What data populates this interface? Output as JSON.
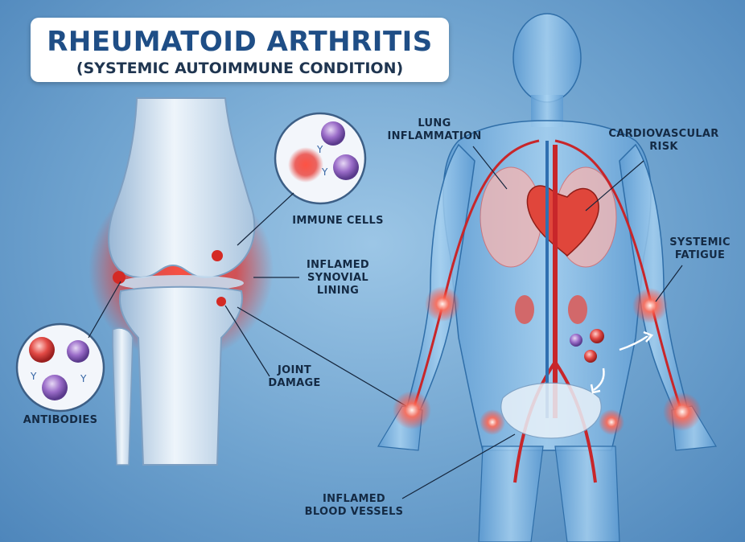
{
  "title": {
    "main": "RHEUMATOID ARTHRITIS",
    "subtitle": "(SYSTEMIC AUTOIMMUNE CONDITION)"
  },
  "labels": {
    "immune_cells": "IMMUNE CELLS",
    "inflamed_synovial_lining": "INFLAMED\nSYNOVIAL\nLINING",
    "joint_damage": "JOINT\nDAMAGE",
    "antibodies": "ANTIBODIES",
    "lung_inflammation": "LUNG\nINFLAMMATION",
    "cardiovascular_risk": "CARDIOVASCULAR\nRISK",
    "systemic_fatigue": "SYSTEMIC\nFATIGUE",
    "inflamed_blood_vessels": "INFLAMED\nBLOOD VESSELS"
  },
  "colors": {
    "background": "#6fa3cf",
    "bone": "#dbe9f5",
    "inflammation": "#e8322b",
    "artery": "#c8262a",
    "vein": "#2f6fb0",
    "body": "#8ec3ec",
    "title_text": "#1f4e86",
    "label_text": "#142a44"
  }
}
